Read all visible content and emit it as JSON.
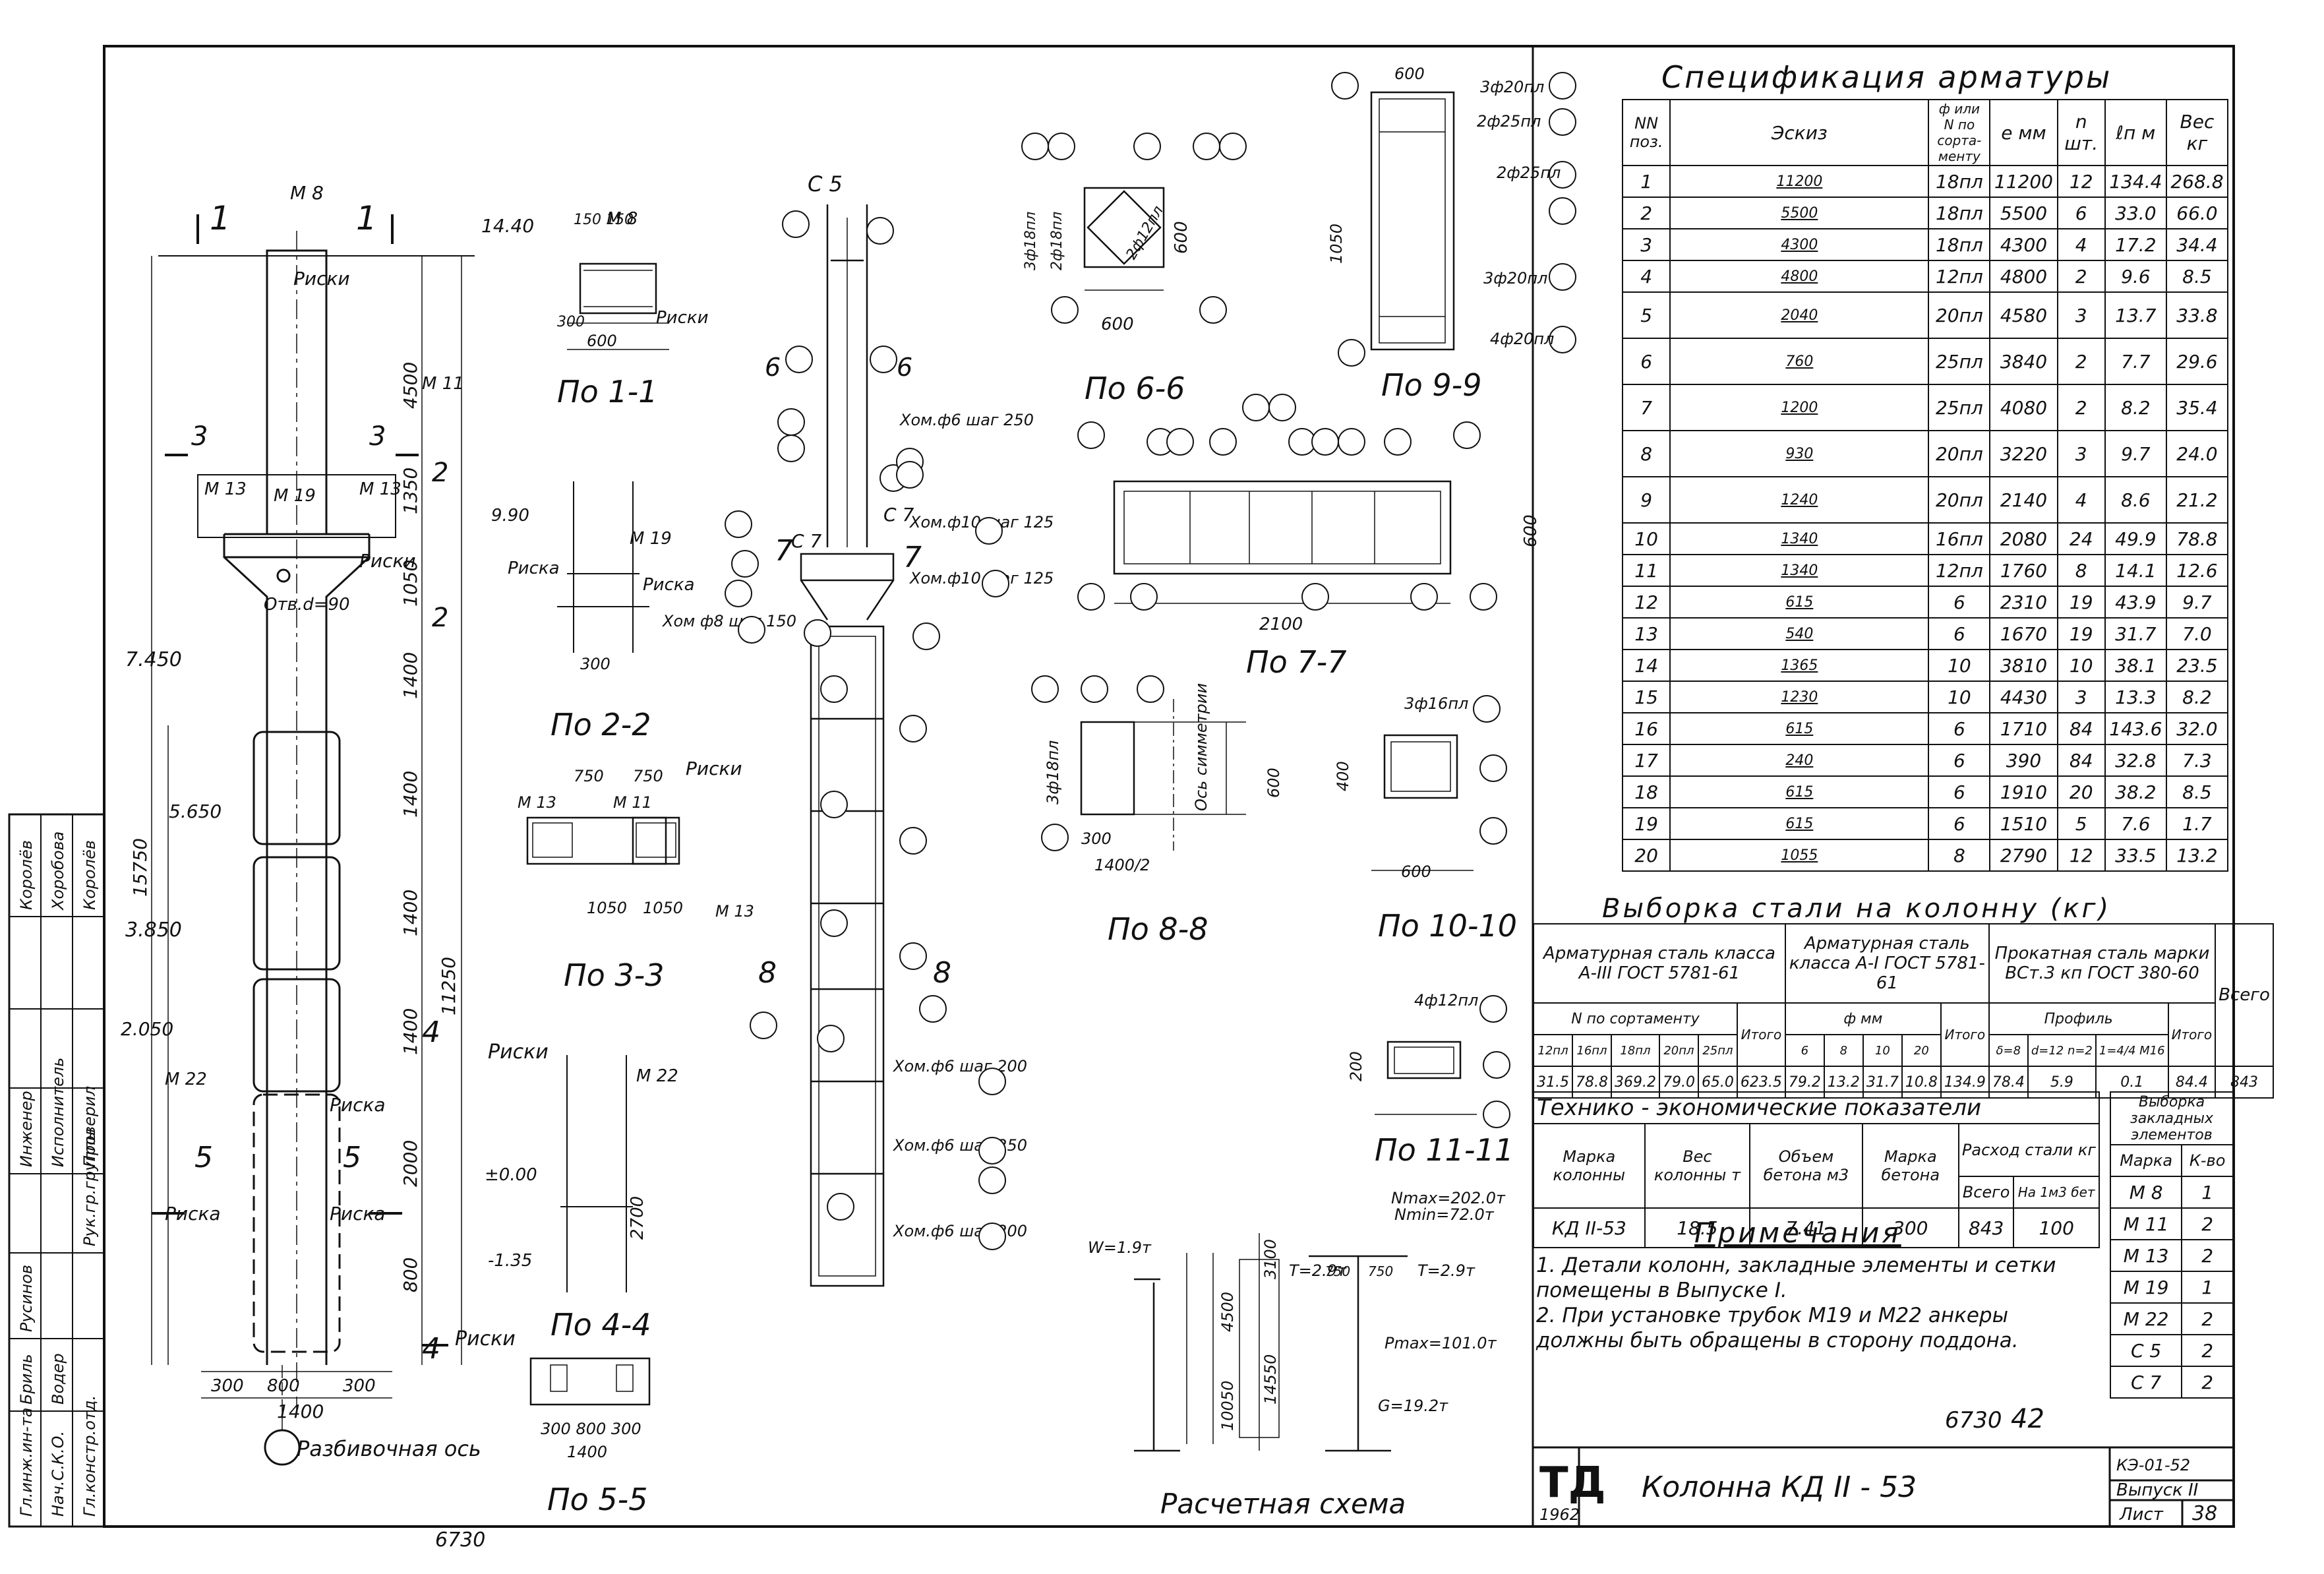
{
  "title_block": {
    "stamp": "ТД",
    "year": "1962",
    "title": "Колонна КД II - 53",
    "series": "КЭ-01-52",
    "issue": "Выпуск II",
    "sheet_label": "Лист",
    "sheet_no": "38",
    "inv_no": "6730",
    "sheet_code": "42",
    "bottom_inv": "6730"
  },
  "side_stamp": {
    "roles": [
      "Гл.инж.ин-та",
      "Нач.С.К.О.",
      "Гл.констр.отд.",
      "Рук.гр.группы",
      "Рук.гр.группы",
      "Инженер",
      "Исполнитель",
      "Проверил"
    ],
    "names": [
      "",
      "",
      "Бриль",
      "Водер",
      "Русинов",
      "Королёв",
      "Хоробова",
      "Королёв"
    ]
  },
  "spec": {
    "title": "Спецификация арматуры",
    "headers": [
      "NN поз.",
      "Эскиз",
      "ф или N по сорта- менту",
      "е мм",
      "n шт.",
      "ℓп м",
      "Вес кг"
    ],
    "rows": [
      [
        "1",
        "11200",
        "18пл",
        "11200",
        "12",
        "134.4",
        "268.8"
      ],
      [
        "2",
        "5500",
        "18пл",
        "5500",
        "6",
        "33.0",
        "66.0"
      ],
      [
        "3",
        "4300",
        "18пл",
        "4300",
        "4",
        "17.2",
        "34.4"
      ],
      [
        "4",
        "4800",
        "12пл",
        "4800",
        "2",
        "9.6",
        "8.5"
      ],
      [
        "5",
        "2040",
        "20пл",
        "4580",
        "3",
        "13.7",
        "33.8"
      ],
      [
        "6",
        "760",
        "25пл",
        "3840",
        "2",
        "7.7",
        "29.6"
      ],
      [
        "7",
        "1200",
        "25пл",
        "4080",
        "2",
        "8.2",
        "35.4"
      ],
      [
        "8",
        "930",
        "20пл",
        "3220",
        "3",
        "9.7",
        "24.0"
      ],
      [
        "9",
        "1240",
        "20пл",
        "2140",
        "4",
        "8.6",
        "21.2"
      ],
      [
        "10",
        "1340",
        "16пл",
        "2080",
        "24",
        "49.9",
        "78.8"
      ],
      [
        "11",
        "1340",
        "12пл",
        "1760",
        "8",
        "14.1",
        "12.6"
      ],
      [
        "12",
        "615",
        "6",
        "2310",
        "19",
        "43.9",
        "9.7"
      ],
      [
        "13",
        "540",
        "6",
        "1670",
        "19",
        "31.7",
        "7.0"
      ],
      [
        "14",
        "1365",
        "10",
        "3810",
        "10",
        "38.1",
        "23.5"
      ],
      [
        "15",
        "1230",
        "10",
        "4430",
        "3",
        "13.3",
        "8.2"
      ],
      [
        "16",
        "615",
        "6",
        "1710",
        "84",
        "143.6",
        "32.0"
      ],
      [
        "17",
        "240",
        "6",
        "390",
        "84",
        "32.8",
        "7.3"
      ],
      [
        "18",
        "615",
        "6",
        "1910",
        "20",
        "38.2",
        "8.5"
      ],
      [
        "19",
        "615",
        "6",
        "1510",
        "5",
        "7.6",
        "1.7"
      ],
      [
        "20",
        "1055",
        "8",
        "2790",
        "12",
        "33.5",
        "13.2"
      ]
    ]
  },
  "steel": {
    "title": "Выборка стали на колонну (кг)",
    "group1": "Арматурная сталь класса А-III ГОСТ 5781-61",
    "group2": "Арматурная сталь класса А-I ГОСТ 5781-61",
    "group3": "Прокатная сталь марки ВСт.3 кп ГОСТ 380-60",
    "total_label": "Всего",
    "sub1": "N по сортаменту",
    "sub2": "ф мм",
    "sub3": "Профиль",
    "cols": [
      "12пл",
      "16пл",
      "18пл",
      "20пл",
      "25пл",
      "Итого",
      "6",
      "8",
      "10",
      "20",
      "Итого",
      "δ=8",
      "d=12 n=2",
      "1=4/4 М16",
      "Итого",
      "Всего"
    ],
    "values": [
      "31.5",
      "78.8",
      "369.2",
      "79.0",
      "65.0",
      "623.5",
      "79.2",
      "13.2",
      "31.7",
      "10.8",
      "134.9",
      "78.4",
      "5.9",
      "0.1",
      "84.4",
      "843"
    ]
  },
  "tech": {
    "title": "Технико - экономические показатели",
    "cols": [
      "Марка колонны",
      "Вес колонны т",
      "Объем бетона м3",
      "Марка бетона",
      "Всего",
      "На 1м3 бет"
    ],
    "consumption": "Расход стали кг",
    "values": [
      "КД II-53",
      "18.5",
      "7.41",
      "300",
      "843",
      "100"
    ]
  },
  "embedded": {
    "title": "Выборка закладных элементов",
    "cols": [
      "Марка",
      "К-во"
    ],
    "rows": [
      [
        "М 8",
        "1"
      ],
      [
        "М 11",
        "2"
      ],
      [
        "М 13",
        "2"
      ],
      [
        "М 19",
        "1"
      ],
      [
        "М 22",
        "2"
      ],
      [
        "С 5",
        "2"
      ],
      [
        "С 7",
        "2"
      ]
    ]
  },
  "notes": {
    "title": "Примечания",
    "items": [
      "1. Детали колонн, закладные элементы и сетки помещены в Выпуске I.",
      "2. При установке трубок М19 и М22 анкеры должны быть обращены в сторону поддона."
    ]
  },
  "section_titles": [
    "По 1-1",
    "По 2-2",
    "По 3-3",
    "По 4-4",
    "По 5-5",
    "По 6-6",
    "По 7-7",
    "По 8-8",
    "По 9-9",
    "По 10-10",
    "По 11-11",
    "Расчетная схема"
  ],
  "labels": {
    "riski": "Риски",
    "riska": "Риска",
    "axis": "Разбивочная ось",
    "hole": "Отв.d=90",
    "sym_axis": "Ось симметрии",
    "elev": [
      "14.40",
      "9.90",
      "7.450",
      "5.650",
      "3.850",
      "2.050",
      "±0.00",
      "-1.35"
    ],
    "dims_main": [
      "4500",
      "1350",
      "1050",
      "1400",
      "1400",
      "1400",
      "1400",
      "2000",
      "800",
      "15750",
      "11250",
      "2700"
    ],
    "marks": [
      "М 8",
      "М 11",
      "М 13",
      "М 19",
      "М 22",
      "С 5",
      "С 7"
    ],
    "loads": [
      "W=1.9т",
      "Nmax=202.0т",
      "Nmin=72.0т",
      "T=2.9т",
      "T=2.9т",
      "Pmax=101.0т",
      "G=19.2т"
    ],
    "calc_dims": [
      "4500",
      "10050",
      "14550",
      "3100",
      "750",
      "750"
    ],
    "stirrups": [
      "Хом.ф6 шаг 250",
      "Хом.ф10 шаг 125",
      "Хом.ф10 шаг 125",
      "Хом ф8 шаг 150",
      "Хом.ф6 шаг 200",
      "Хом.ф6 шаг 250",
      "Хом.ф6 шаг 200"
    ],
    "bars": [
      "3ф20пл",
      "2ф25пл",
      "2ф25пл",
      "3ф20пл",
      "4ф20пл",
      "3ф18пл",
      "2ф18пл",
      "2ф12пл",
      "3ф18пл",
      "3ф16пл",
      "4ф12пл"
    ]
  }
}
